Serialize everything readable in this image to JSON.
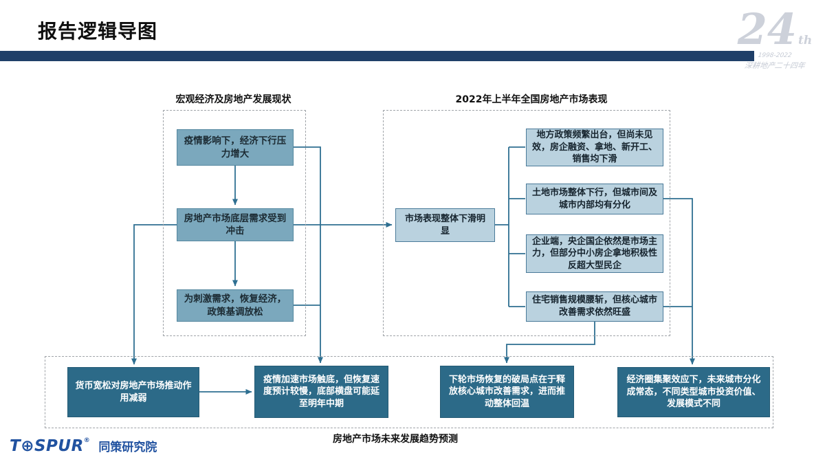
{
  "header": {
    "title": "报告逻辑导图",
    "badge": {
      "number": "24",
      "suffix": "th",
      "years": "1998-2022",
      "tagline": "深耕地产二十四年"
    }
  },
  "sections": {
    "left": {
      "title": "宏观经济及房地产发展现状",
      "boxes": [
        "疫情影响下，经济下行压力增大",
        "房地产市场底层需求受到冲击",
        "为刺激需求，恢复经济，政策基调放松"
      ]
    },
    "right": {
      "title": "2022年上半年全国房地产市场表现",
      "hub": "市场表现整体下滑明显",
      "boxes": [
        "地方政策频繁出台，但尚未见效，房企融资、拿地、新开工、销售均下滑",
        "土地市场整体下行，但城市间及城市内部均有分化",
        "企业端，央企国企依然是市场主力，但部分中小房企拿地积极性反超大型民企",
        "住宅销售规模腰斩，但核心城市改善需求依然旺盛"
      ]
    },
    "bottom": {
      "title": "房地产市场未来发展趋势预测",
      "boxes": [
        "货币宽松对房地产市场推动作用减弱",
        "疫情加速市场触底，但恢复速度预计较慢，底部横盘可能延至明年中期",
        "下轮市场恢复的破局点在于释放核心城市改善需求，进而推动整体回温",
        "经济圈集聚效应下，未来城市分化成常态，不同类型城市投资价值、发展模式不同"
      ]
    }
  },
  "footer": {
    "logo_t": "T",
    "logo_spur": "SPUR",
    "logo_reg": "®",
    "logo_cn": "同策研究院"
  },
  "colors": {
    "header_bar": "#1f3f68",
    "box_medium": "#7ba8bd",
    "box_light": "#bad2df",
    "box_dark": "#2c6a88",
    "connector": "#2e6f91",
    "logo_blue": "#2152a0",
    "watermark": "#c9cdd6"
  }
}
